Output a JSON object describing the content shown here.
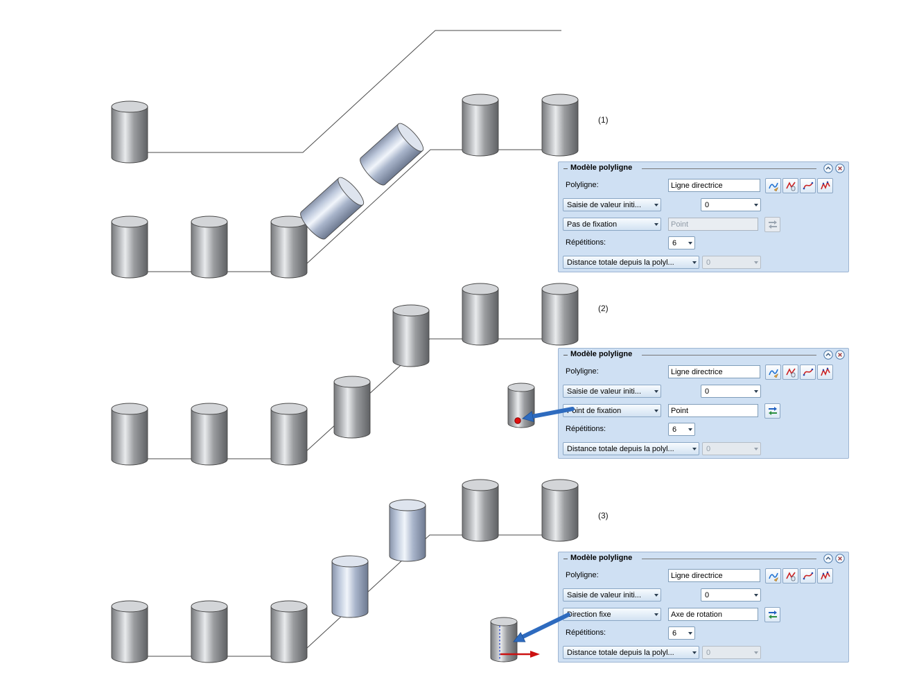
{
  "figures": [
    {
      "label": "(1)"
    },
    {
      "label": "(2)"
    },
    {
      "label": "(3)"
    }
  ],
  "accent": {
    "panel_bg": "#cfe0f3",
    "panel_border": "#9cb4d2",
    "callout_blue": "#2e6bbf",
    "marker_red": "#dd1111"
  },
  "panels": [
    {
      "title": "Modèle polyligne",
      "polyline_label": "Polyligne:",
      "polyline_value": "Ligne directrice",
      "initial_combo_label": "Saisie de valeur initi...",
      "initial_value": "0",
      "fixation_mode": "Pas de fixation",
      "fixation_value": "Point",
      "repetitions_label": "Répétitions:",
      "repetitions_value": "6",
      "distance_combo_label": "Distance totale depuis la polyl...",
      "distance_value": "0"
    },
    {
      "title": "Modèle polyligne",
      "polyline_label": "Polyligne:",
      "polyline_value": "Ligne directrice",
      "initial_combo_label": "Saisie de valeur initi...",
      "initial_value": "0",
      "fixation_mode": "Point de fixation",
      "fixation_value": "Point",
      "repetitions_label": "Répétitions:",
      "repetitions_value": "6",
      "distance_combo_label": "Distance totale depuis la polyl...",
      "distance_value": "0"
    },
    {
      "title": "Modèle polyligne",
      "polyline_label": "Polyligne:",
      "polyline_value": "Ligne directrice",
      "initial_combo_label": "Saisie de valeur initi...",
      "initial_value": "0",
      "fixation_mode": "Direction fixe",
      "fixation_value": "Axe de rotation",
      "repetitions_label": "Répétitions:",
      "repetitions_value": "6",
      "distance_combo_label": "Distance totale depuis la polyl...",
      "distance_value": "0"
    }
  ]
}
